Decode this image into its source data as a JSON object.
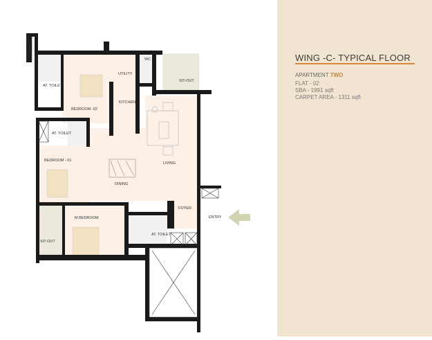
{
  "info_panel": {
    "title": "WING -C- TYPICAL FLOOR",
    "apartment_prefix": "APARTMENT",
    "apartment_number": "TWO",
    "flat": "FLAT - 02",
    "sba": "SBA - 1991 sqft",
    "carpet_area": "CARPET AREA - 1311 sqft",
    "accent_color": "#d48a3a",
    "background_color": "#f1e5d1"
  },
  "floor_plan": {
    "rooms": {
      "toilet_1": "AT. TOILET",
      "bedroom_02": "BEDROOM -02",
      "utility": "UTILITY",
      "wc": "WC",
      "kitchen": "KITCHEN",
      "sitout_1": "SIT-OUT",
      "toilet_2": "AT. TOILET",
      "bedroom_01": "BEDROOM - 01",
      "dining": "DINING",
      "living": "LIVING",
      "foyer": "FOYER",
      "entry": "ENTRY",
      "master_bedroom": "M.BEDROOM",
      "sitout_2": "SIT-OUT",
      "toilet_3": "AT. TOILET"
    },
    "colors": {
      "wall": "#1a1a1a",
      "floor": "#fdf1e7",
      "tile": "#ece9dc",
      "bed": "#f3e2c2",
      "arrow": "#d2d3b0"
    }
  }
}
